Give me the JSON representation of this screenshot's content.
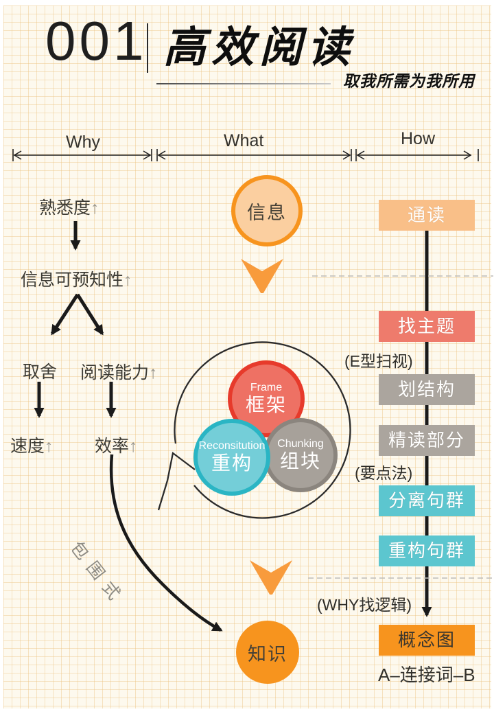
{
  "page": {
    "number": "001",
    "title": "高效阅读",
    "subtitle": "取我所需为我所用"
  },
  "columns": {
    "why": "Why",
    "what": "What",
    "how": "How"
  },
  "why_flow": {
    "familiarity": "熟悉度",
    "predictability": "信息可预知性",
    "selection": "取舍",
    "reading_ability": "阅读能力",
    "speed": "速度",
    "efficiency": "效率",
    "up_arrow": "↑",
    "wrap_style": "包围式"
  },
  "what_flow": {
    "input": "信息",
    "output": "知识",
    "circles": [
      {
        "en": "Frame",
        "zh": "框架",
        "border": "#e73a2b",
        "fill": "#ee7164"
      },
      {
        "en": "Reconsitution",
        "zh": "重构",
        "border": "#2ab5c4",
        "fill": "#74ced8"
      },
      {
        "en": "Chunking",
        "zh": "组块",
        "border": "#8b857e",
        "fill": "#a7a19a"
      }
    ]
  },
  "how_flow": {
    "steps": [
      {
        "label": "通读",
        "bg": "#f9bf88",
        "text_color": "#ffffff"
      },
      {
        "label": "找主题",
        "bg": "#ee7b6c",
        "text_color": "#ffffff"
      },
      {
        "label": "划结构",
        "bg": "#aba59e",
        "text_color": "#ffffff"
      },
      {
        "label": "精读部分",
        "bg": "#aba59e",
        "text_color": "#ffffff"
      },
      {
        "label": "分离句群",
        "bg": "#5cc6cf",
        "text_color": "#ffffff"
      },
      {
        "label": "重构句群",
        "bg": "#5cc6cf",
        "text_color": "#ffffff"
      },
      {
        "label": "概念图",
        "bg": "#f7941e",
        "text_color": "#3a362e"
      }
    ],
    "annotations": {
      "scan": "(E型扫视)",
      "keypoint": "(要点法)",
      "why_logic": "(WHY找逻辑)",
      "connective": "A–连接词–B"
    }
  },
  "colors": {
    "accent_orange": "#f7941e",
    "light_orange_fill": "#fbcfa0",
    "chevron_orange": "#f89b3c",
    "background": "#fdf9ee",
    "grid_line": "#ecc485",
    "ink": "#1a1a1a"
  }
}
